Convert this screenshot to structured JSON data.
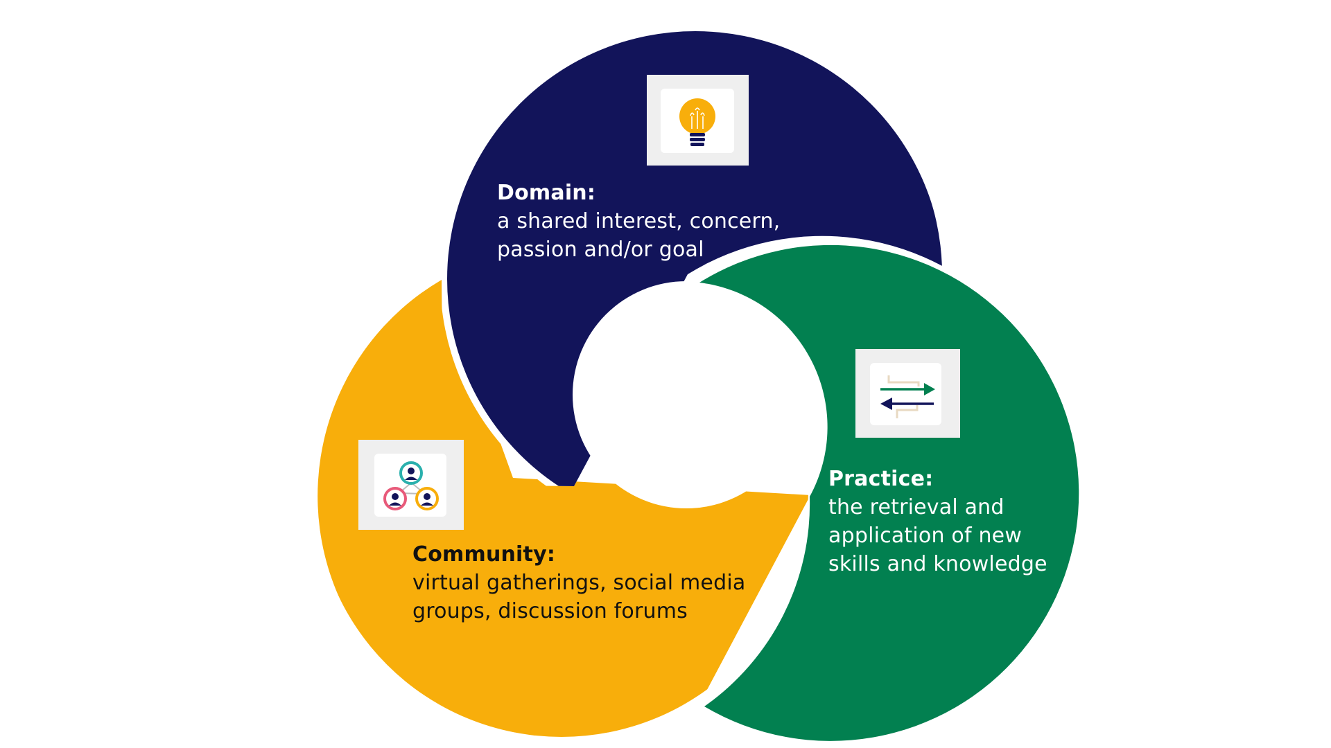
{
  "colors": {
    "domain": "#12145a",
    "practice": "#028050",
    "community": "#f8ae0b",
    "icon_tile": "#efefef",
    "background": "#ffffff"
  },
  "segments": [
    {
      "key": "domain",
      "heading": "Domain:",
      "lines": [
        "a shared interest, concern,",
        "passion and/or goal"
      ],
      "icon": "lightbulb-icon"
    },
    {
      "key": "practice",
      "heading": "Practice:",
      "lines": [
        "the retrieval and",
        "application of new",
        "skills and knowledge"
      ],
      "icon": "exchange-arrows-icon"
    },
    {
      "key": "community",
      "heading": "Community:",
      "lines": [
        "virtual gatherings, social media",
        "groups, discussion forums"
      ],
      "icon": "people-network-icon"
    }
  ]
}
